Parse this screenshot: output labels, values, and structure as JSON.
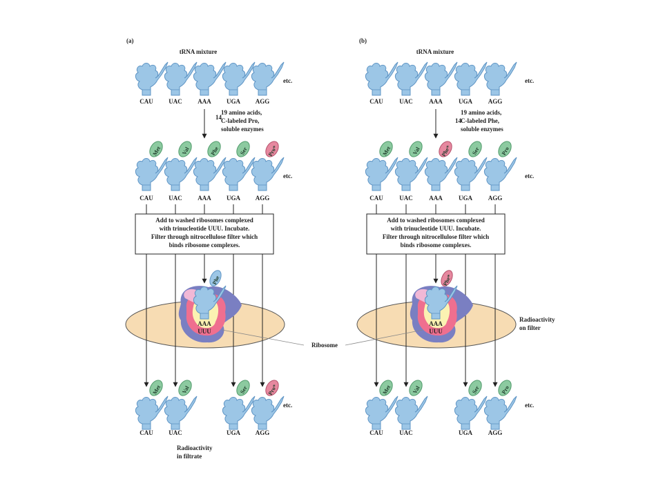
{
  "colors": {
    "trna": "#9cc6e6",
    "trna_stroke": "#5e94c4",
    "aa_green": "#8ccaa0",
    "aa_pink": "#e6889f",
    "filter": "#f7dcb3",
    "ribosome_blue": "#7a7fc2",
    "ribosome_pink": "#ef6f8f",
    "ribosome_yellow": "#fbf2b2",
    "ribosome_lilac": "#f1b8d6"
  },
  "panel_a": {
    "label": "(a)",
    "title": "tRNA mixture",
    "anticodons": [
      "CAU",
      "UAC",
      "AAA",
      "UGA",
      "AGG"
    ],
    "etc": "etc.",
    "reagent_lines": [
      "19 amino acids,",
      "C-labeled Pro,",
      "soluble enzymes"
    ],
    "isotope_mass": "14",
    "charged_aa": [
      "Met",
      "Val",
      "Phe",
      "Ser",
      "Pro*"
    ],
    "box_lines": [
      "Add to washed ribosomes complexed",
      "with trinucleotide UUU. Incubate.",
      "Filter through nitrocellulose filter which",
      "binds ribosome complexes."
    ],
    "bound_aa": "Phe",
    "codon_anticodon": [
      "AAA",
      "UUU"
    ],
    "filtrate_aa": [
      "Met",
      "Val",
      "Ser",
      "Pro*"
    ],
    "filtrate_anticodons": [
      "CAU",
      "UAC",
      "UGA",
      "AGG"
    ],
    "filtrate_label_lines": [
      "Radioactivity",
      "in filtrate"
    ]
  },
  "panel_b": {
    "label": "(b)",
    "title": "tRNA mixture",
    "anticodons": [
      "CAU",
      "UAC",
      "AAA",
      "UGA",
      "AGG"
    ],
    "etc": "etc.",
    "reagent_lines": [
      "19 amino acids,",
      "C-labeled Phe,",
      "soluble enzymes"
    ],
    "isotope_mass": "14",
    "charged_aa": [
      "Met",
      "Val",
      "Phe*",
      "Ser",
      "Pro"
    ],
    "box_lines": [
      "Add to washed ribosomes complexed",
      "with trinucleotide UUU. Incubate.",
      "Filter through nitrocellulose filter which",
      "binds ribosome complexes."
    ],
    "bound_aa": "Phe*",
    "codon_anticodon": [
      "AAA",
      "UUU"
    ],
    "filtrate_aa": [
      "Met",
      "Val",
      "Ser",
      "Pro"
    ],
    "filtrate_anticodons": [
      "CAU",
      "UAC",
      "UGA",
      "AGG"
    ],
    "filter_label_lines": [
      "Radioactivity",
      "on filter"
    ]
  },
  "ribosome_label": "Ribosome"
}
